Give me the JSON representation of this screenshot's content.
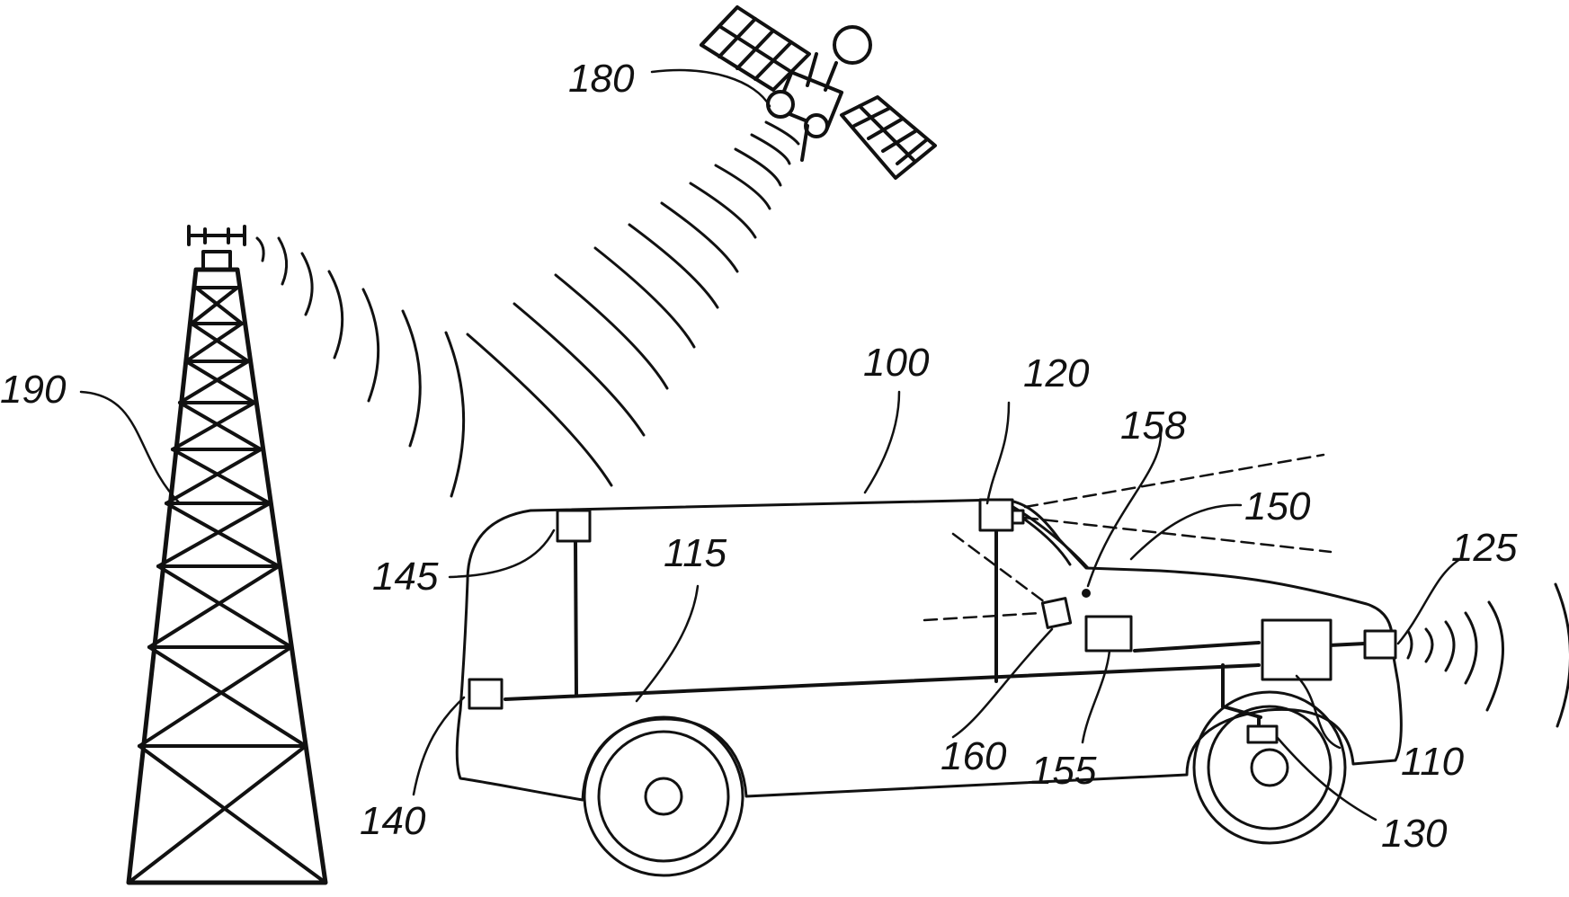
{
  "labels": {
    "satellite": "180",
    "tower": "190",
    "vehicle": "100",
    "front_sensor": "120",
    "sensor_158": "158",
    "sensor_150": "150",
    "sensor_125": "125",
    "sensor_145": "145",
    "bus_115": "115",
    "sensor_140": "140",
    "unit_160": "160",
    "unit_155": "155",
    "unit_110": "110",
    "wheel_sensor_130": "130"
  },
  "colors": {
    "ink": "#111111",
    "background": "#ffffff"
  }
}
